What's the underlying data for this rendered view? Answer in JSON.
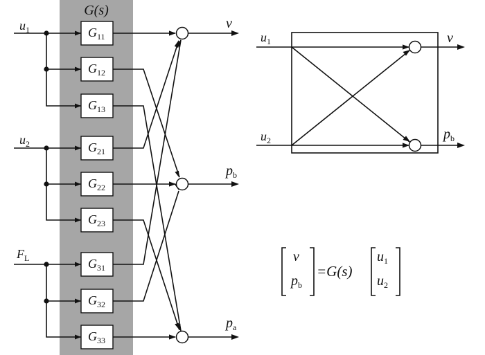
{
  "left_diagram": {
    "block_title": "G(s)",
    "shade_color": "#a6a6a6",
    "inputs": [
      {
        "sym": "u",
        "sub": "1"
      },
      {
        "sym": "u",
        "sub": "2"
      },
      {
        "sym": "F",
        "sub": "L"
      }
    ],
    "blocks": [
      {
        "sym": "G",
        "sub": "11"
      },
      {
        "sym": "G",
        "sub": "12"
      },
      {
        "sym": "G",
        "sub": "13"
      },
      {
        "sym": "G",
        "sub": "21"
      },
      {
        "sym": "G",
        "sub": "22"
      },
      {
        "sym": "G",
        "sub": "23"
      },
      {
        "sym": "G",
        "sub": "31"
      },
      {
        "sym": "G",
        "sub": "32"
      },
      {
        "sym": "G",
        "sub": "33"
      }
    ],
    "outputs": [
      {
        "sym": "v",
        "sub": ""
      },
      {
        "sym": "p",
        "sub": "b"
      },
      {
        "sym": "p",
        "sub": "a"
      }
    ]
  },
  "right_diagram": {
    "inputs": [
      {
        "sym": "u",
        "sub": "1"
      },
      {
        "sym": "u",
        "sub": "2"
      }
    ],
    "outputs": [
      {
        "sym": "v",
        "sub": ""
      },
      {
        "sym": "p",
        "sub": "b"
      }
    ]
  },
  "equation": {
    "lhs": [
      {
        "sym": "v",
        "sub": ""
      },
      {
        "sym": "p",
        "sub": "b"
      }
    ],
    "middle": "=G(s)",
    "rhs": [
      {
        "sym": "u",
        "sub": "1"
      },
      {
        "sym": "u",
        "sub": "2"
      }
    ]
  }
}
